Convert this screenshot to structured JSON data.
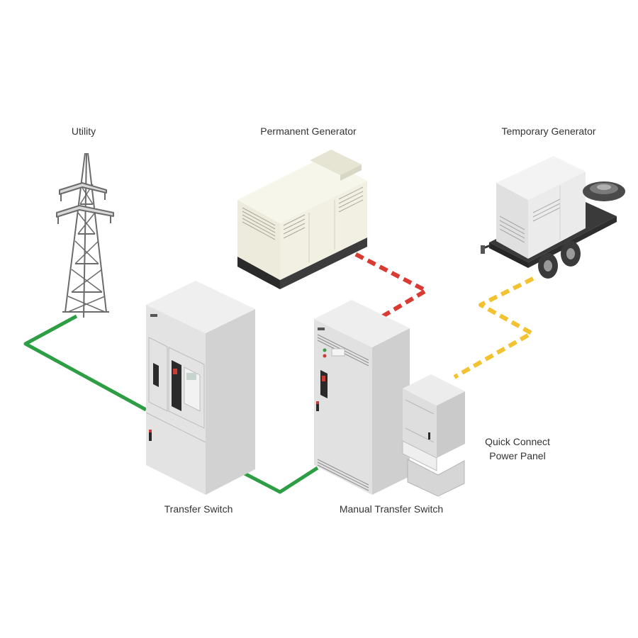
{
  "labels": {
    "utility": "Utility",
    "permanent_generator": "Permanent Generator",
    "temporary_generator": "Temporary Generator",
    "transfer_switch": "Transfer Switch",
    "manual_transfer_switch": "Manual Transfer Switch",
    "quick_connect_line1": "Quick Connect",
    "quick_connect_line2": "Power Panel"
  },
  "connections": [
    {
      "from": "utility",
      "to": "transfer_switch",
      "color": "#2e9e44",
      "style": "solid"
    },
    {
      "from": "transfer_switch",
      "to": "manual_transfer_switch",
      "color": "#2e9e44",
      "style": "solid"
    },
    {
      "from": "permanent_generator",
      "to": "manual_transfer_switch",
      "color": "#d93a32",
      "style": "dashed"
    },
    {
      "from": "temporary_generator",
      "to": "quick_connect_power_panel",
      "color": "#f2c230",
      "style": "dashed"
    }
  ],
  "icons": {
    "utility": "transmission-tower-icon",
    "permanent_generator": "generator-icon",
    "temporary_generator": "trailer-generator-icon",
    "transfer_switch": "switch-cabinet-icon",
    "manual_transfer_switch": "switch-cabinet-icon",
    "quick_connect_power_panel": "power-panel-icon"
  }
}
